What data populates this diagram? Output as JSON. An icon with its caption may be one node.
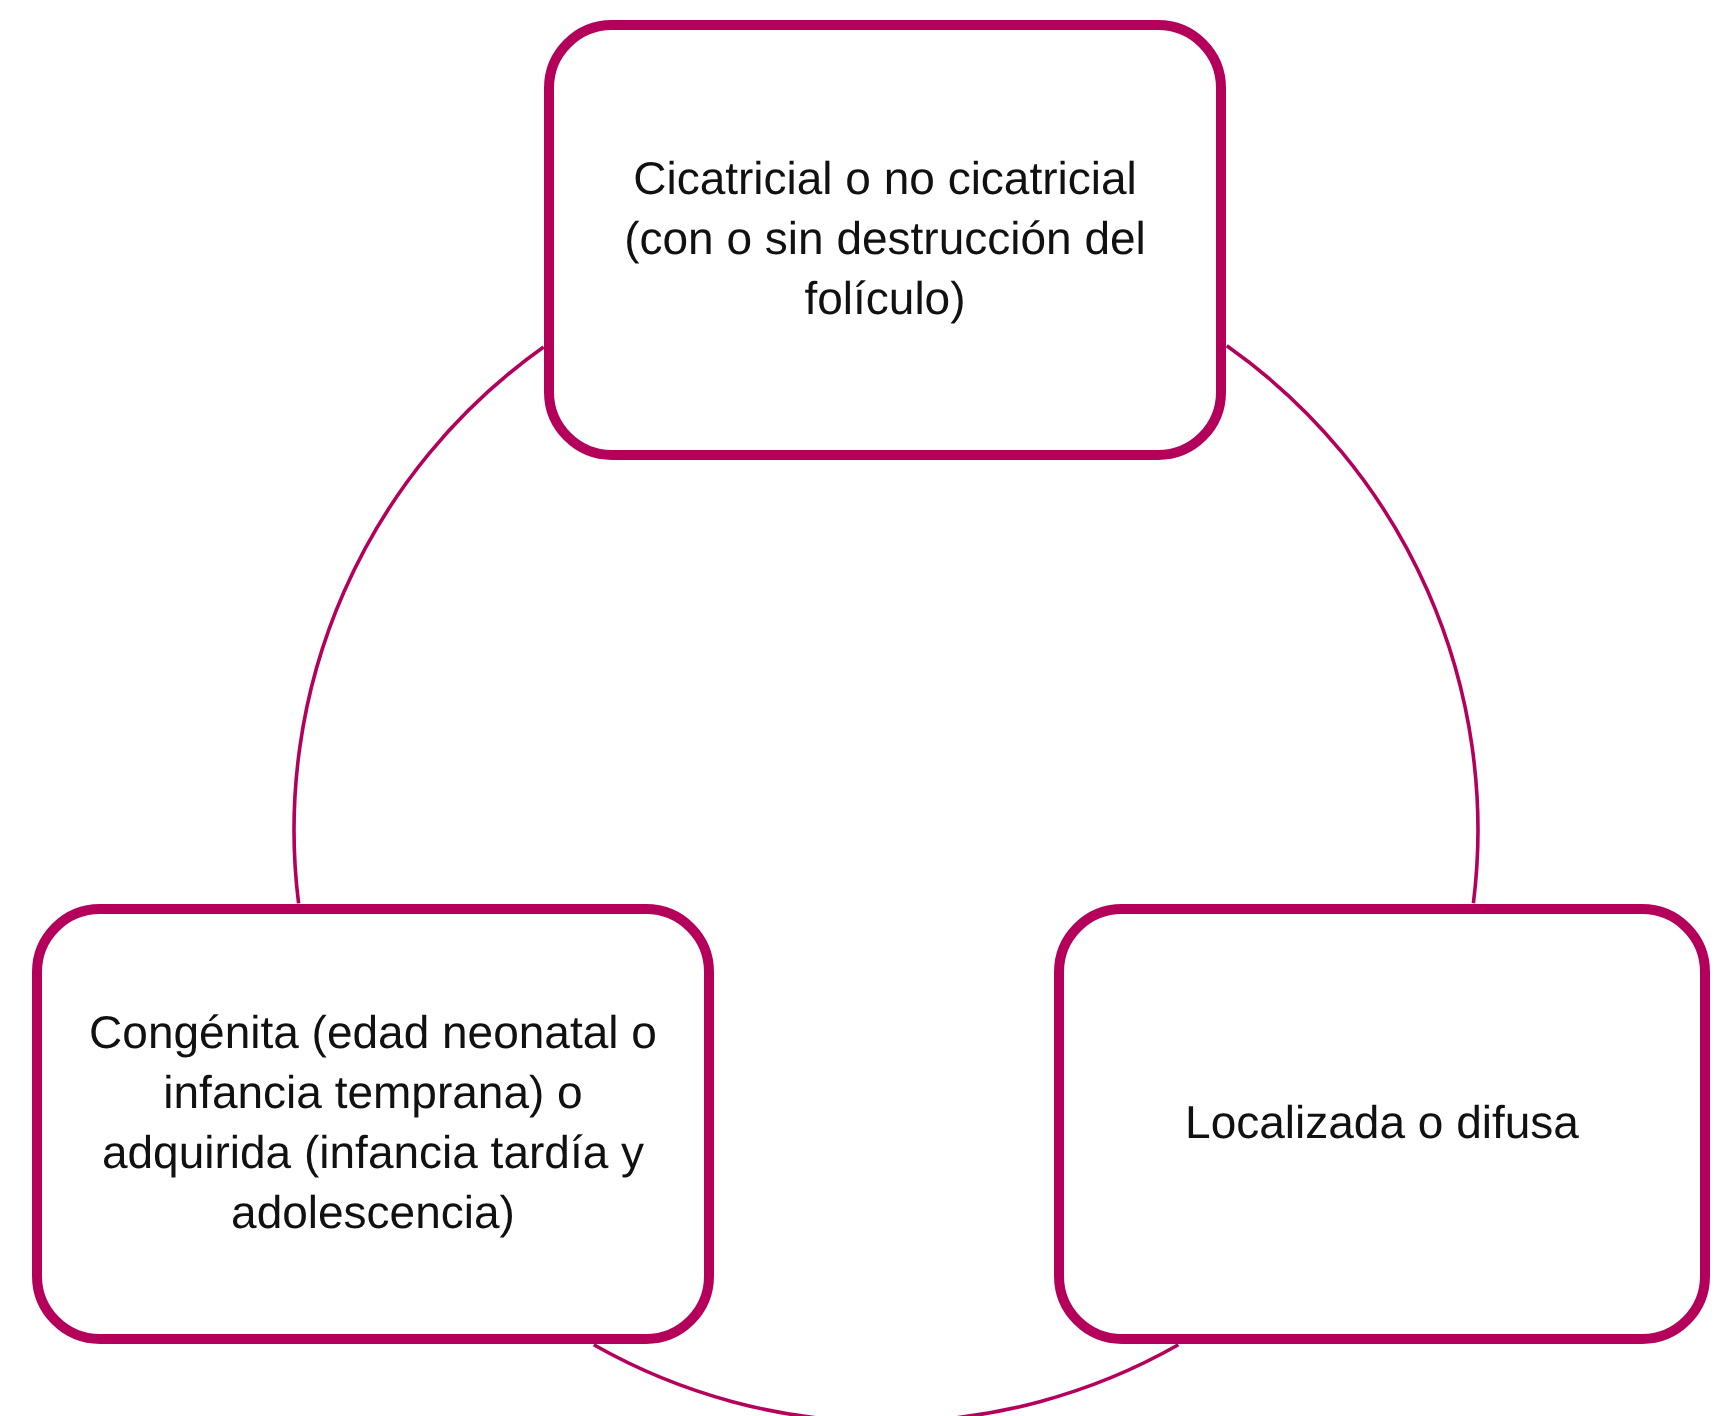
{
  "diagram": {
    "nodes": [
      {
        "text": [
          "Cicatricial o no cicatricial (con o sin destrucción del folículo)"
        ]
      },
      {
        "text": [
          "Congénita (edad neonatal o infancia temprana) o adquirida (infancia tardía y adolescencia)"
        ]
      },
      {
        "text": [
          "Localizada o difusa"
        ]
      }
    ],
    "edges": [
      {
        "from": 0,
        "to": 1,
        "arrow": "none"
      },
      {
        "from": 1,
        "to": 2,
        "arrow": "none"
      },
      {
        "from": 2,
        "to": 0,
        "arrow": "none"
      }
    ]
  }
}
